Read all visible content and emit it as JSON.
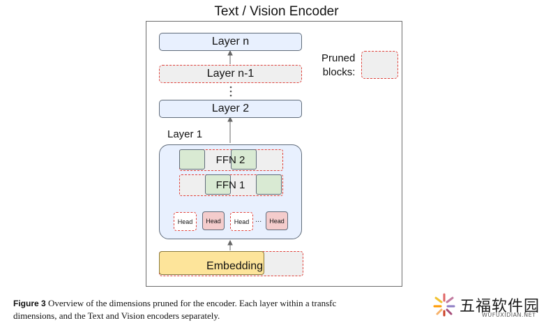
{
  "title": "Text / Vision Encoder",
  "layers": {
    "layer_n": "Layer n",
    "layer_n_minus_1": "Layer n-1",
    "layer_2": "Layer 2",
    "layer_1": "Layer 1"
  },
  "ffn": {
    "ffn2": "FFN 2",
    "ffn1": "FFN 1"
  },
  "heads": {
    "label": "Head",
    "ellipsis": "..."
  },
  "embedding": "Embedding",
  "legend": {
    "line1": "Pruned",
    "line2": "blocks:"
  },
  "caption": {
    "figure_label": "Figure 3",
    "text_line1": "Overview of the dimensions pruned for the encoder. Each layer within a transfc",
    "text_line2": "dimensions, and the Text and Vision encoders separately."
  },
  "watermark": {
    "chinese": "五福软件园",
    "url": "WUFUXIDIAN.NET"
  },
  "colors": {
    "layer_fill": "#e8f0fe",
    "pruned_border": "#e0403a",
    "pruned_fill": "#efefef",
    "ffn_kept": "#d9ead3",
    "head_kept": "#f4cccc",
    "embedding": "#fde49a"
  }
}
